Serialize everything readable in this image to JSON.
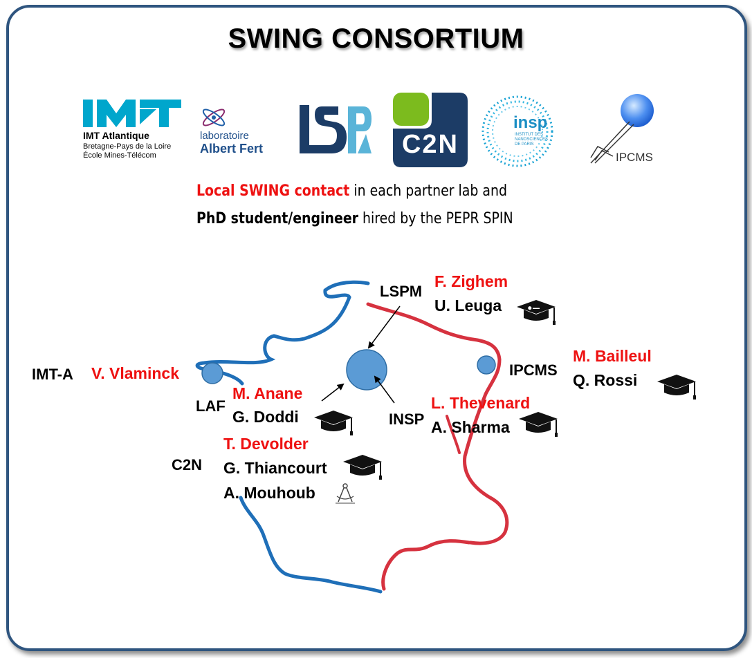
{
  "title": "SWING CONSORTIUM",
  "logos": {
    "imt": {
      "line1": "IMT Atlantique",
      "line2": "Bretagne-Pays de la Loire",
      "line3": "École Mines-Télécom"
    },
    "laf": {
      "line1": "laboratoire",
      "line2": "Albert Fert"
    },
    "lspm": {
      "text": "LSPM"
    },
    "c2n": {
      "text": "C2N"
    },
    "insp": {
      "text": "insp",
      "sub1": "INSTITUT DES",
      "sub2": "NANOSCIENCES",
      "sub3": "DE PARIS"
    },
    "ipcms": {
      "text": "IPCMS"
    }
  },
  "intro": {
    "line1_strong": "Local SWING contact",
    "line1_rest": " in each partner lab and",
    "line2_strong": "PhD student/engineer",
    "line2_rest": " hired by the PEPR SPIN"
  },
  "labs": {
    "lspm": "LSPM",
    "imta": "IMT-A",
    "laf": "LAF",
    "insp": "INSP",
    "ipcms": "IPCMS",
    "c2n": "C2N"
  },
  "people": {
    "zighem": "F. Zighem",
    "leuga": "U. Leuga",
    "vlaminck": "V. Vlaminck",
    "anane": "M. Anane",
    "doddi": "G. Doddi",
    "bailleul": "M. Bailleul",
    "rossi": "Q. Rossi",
    "thevenard": "L. Thevenard",
    "sharma": "A. Sharma",
    "devolder": "T. Devolder",
    "thiancourt": "G. Thiancourt",
    "mouhoub": "A. Mouhoub"
  },
  "colors": {
    "contact": "#ee1111",
    "map_blue": "#1f6fb8",
    "map_red": "#d6323f",
    "dot_fill": "#5b9bd5",
    "frame": "#2f557f"
  },
  "icons": [
    "graduation-cap-icon",
    "compass-drafting-icon"
  ]
}
